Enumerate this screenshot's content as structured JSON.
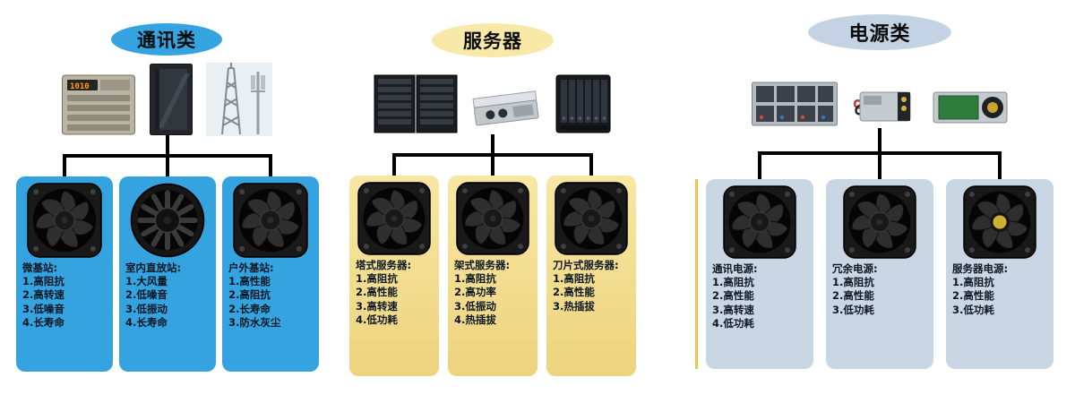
{
  "page": {
    "background": "#FFFFFF",
    "divider_color": "#E8C94F"
  },
  "groups": [
    {
      "badge": "通讯类",
      "badge_color": "#35A3E0",
      "card_color": "#35A3E0",
      "device_images": [
        "network-switch",
        "server-cabinet",
        "antenna-towers"
      ],
      "cards": [
        {
          "title": "微基站:",
          "fan": "square",
          "features": [
            "1.高阻抗",
            "2.高转速",
            "3.低噪音",
            "4.长寿命"
          ]
        },
        {
          "title": "室内直放站:",
          "fan": "round",
          "features": [
            "1.大风量",
            "2.低噪音",
            "3.低振动",
            "4.长寿命"
          ]
        },
        {
          "title": "户外基站:",
          "fan": "square",
          "features": [
            "1.高性能",
            "2.高阻抗",
            "2.长寿命",
            "3.防水灰尘"
          ]
        }
      ]
    },
    {
      "badge": "服务器",
      "badge_color": "#F9E9A9",
      "card_color_top": "#F8E7A3",
      "card_color_bottom": "#EDD37E",
      "device_images": [
        "storage-cabinets",
        "rack-server",
        "blade-server"
      ],
      "cards": [
        {
          "title": "塔式服务器:",
          "fan": "square",
          "features": [
            "1.高阻抗",
            "2.高性能",
            "3.高转速",
            "4.低功耗"
          ]
        },
        {
          "title": "架式服务器:",
          "fan": "square",
          "features": [
            "1.高阻抗",
            "2.高功率",
            "3.低振动",
            "4.热插拔"
          ]
        },
        {
          "title": "刀片式服务器:",
          "fan": "square",
          "features": [
            "1.高阻抗",
            "2.高性能",
            "3.热插拔"
          ]
        }
      ]
    },
    {
      "badge": "电源类",
      "badge_color": "#C3D3E3",
      "card_color": "#C9D6E3",
      "device_images": [
        "power-system",
        "power-module",
        "server-psu"
      ],
      "cards": [
        {
          "title": "通讯电源:",
          "fan": "square",
          "features": [
            "1.高阻抗",
            "2.高性能",
            "3.高转速",
            "4.低功耗"
          ]
        },
        {
          "title": "冗余电源:",
          "fan": "square",
          "features": [
            "1.高阻抗",
            "2.高性能",
            "3.低功耗"
          ]
        },
        {
          "title": "服务器电源:",
          "fan": "square-yellowhub",
          "features": [
            "1.高阻抗",
            "2.高性能",
            "3.低功耗"
          ]
        }
      ]
    }
  ]
}
